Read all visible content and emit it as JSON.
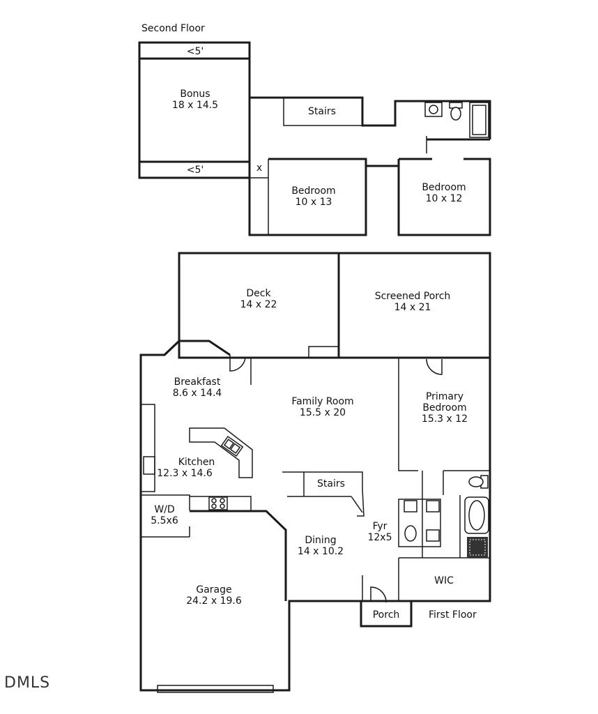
{
  "floors": {
    "second": {
      "title": "Second Floor",
      "rooms": {
        "low_ceiling_top": "<5'",
        "low_ceiling_bottom": "<5'",
        "bonus": {
          "name": "Bonus",
          "size": "18 x 14.5"
        },
        "stairs": "Stairs",
        "closet": "x",
        "bedroom_left": {
          "name": "Bedroom",
          "size": "10 x 13"
        },
        "bedroom_right": {
          "name": "Bedroom",
          "size": "10 x 12"
        }
      }
    },
    "first": {
      "title": "First Floor",
      "rooms": {
        "deck": {
          "name": "Deck",
          "size": "14 x 22"
        },
        "screened_porch": {
          "name": "Screened Porch",
          "size": "14 x 21"
        },
        "breakfast": {
          "name": "Breakfast",
          "size": "8.6 x 14.4"
        },
        "family_room": {
          "name": "Family Room",
          "size": "15.5 x 20"
        },
        "primary_bedroom": {
          "name_line1": "Primary",
          "name_line2": "Bedroom",
          "size": "15.3 x 12"
        },
        "kitchen": {
          "name": "Kitchen",
          "size": "12.3 x 14.6"
        },
        "stairs": "Stairs",
        "laundry": {
          "name": "W/D",
          "size": "5.5x6"
        },
        "foyer": {
          "name": "Fyr",
          "size": "12x5"
        },
        "dining": {
          "name": "Dining",
          "size": "14 x 10.2"
        },
        "wic": "WIC",
        "garage": {
          "name": "Garage",
          "size": "24.2 x 19.6"
        },
        "porch": "Porch"
      }
    }
  },
  "logo": "DMLS"
}
